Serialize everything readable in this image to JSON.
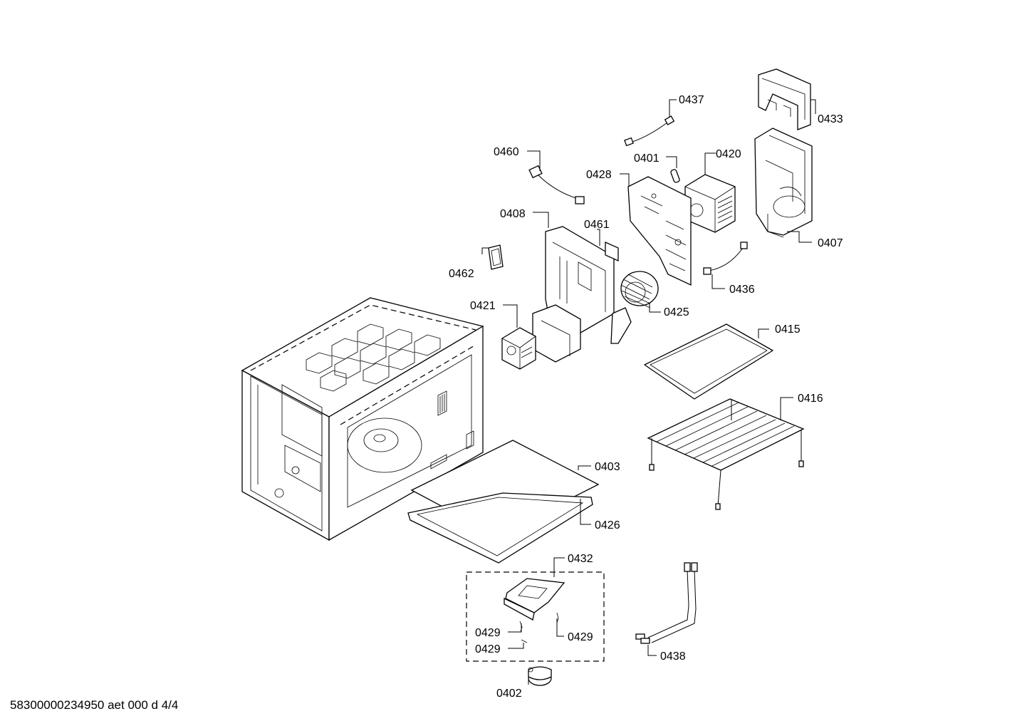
{
  "diagram": {
    "document_code": "58300000234950 aet 000 d 4/4",
    "part_labels": {
      "p0437": "0437",
      "p0433": "0433",
      "p0460": "0460",
      "p0401": "0401",
      "p0420": "0420",
      "p0428": "0428",
      "p0408": "0408",
      "p0461": "0461",
      "p0407": "0407",
      "p0462": "0462",
      "p0436": "0436",
      "p0421": "0421",
      "p0425": "0425",
      "p0415": "0415",
      "p0416": "0416",
      "p0403": "0403",
      "p0426": "0426",
      "p0432": "0432",
      "p0429a": "0429",
      "p0429b": "0429",
      "p0429c": "0429",
      "p0438": "0438",
      "p0402": "0402"
    }
  }
}
